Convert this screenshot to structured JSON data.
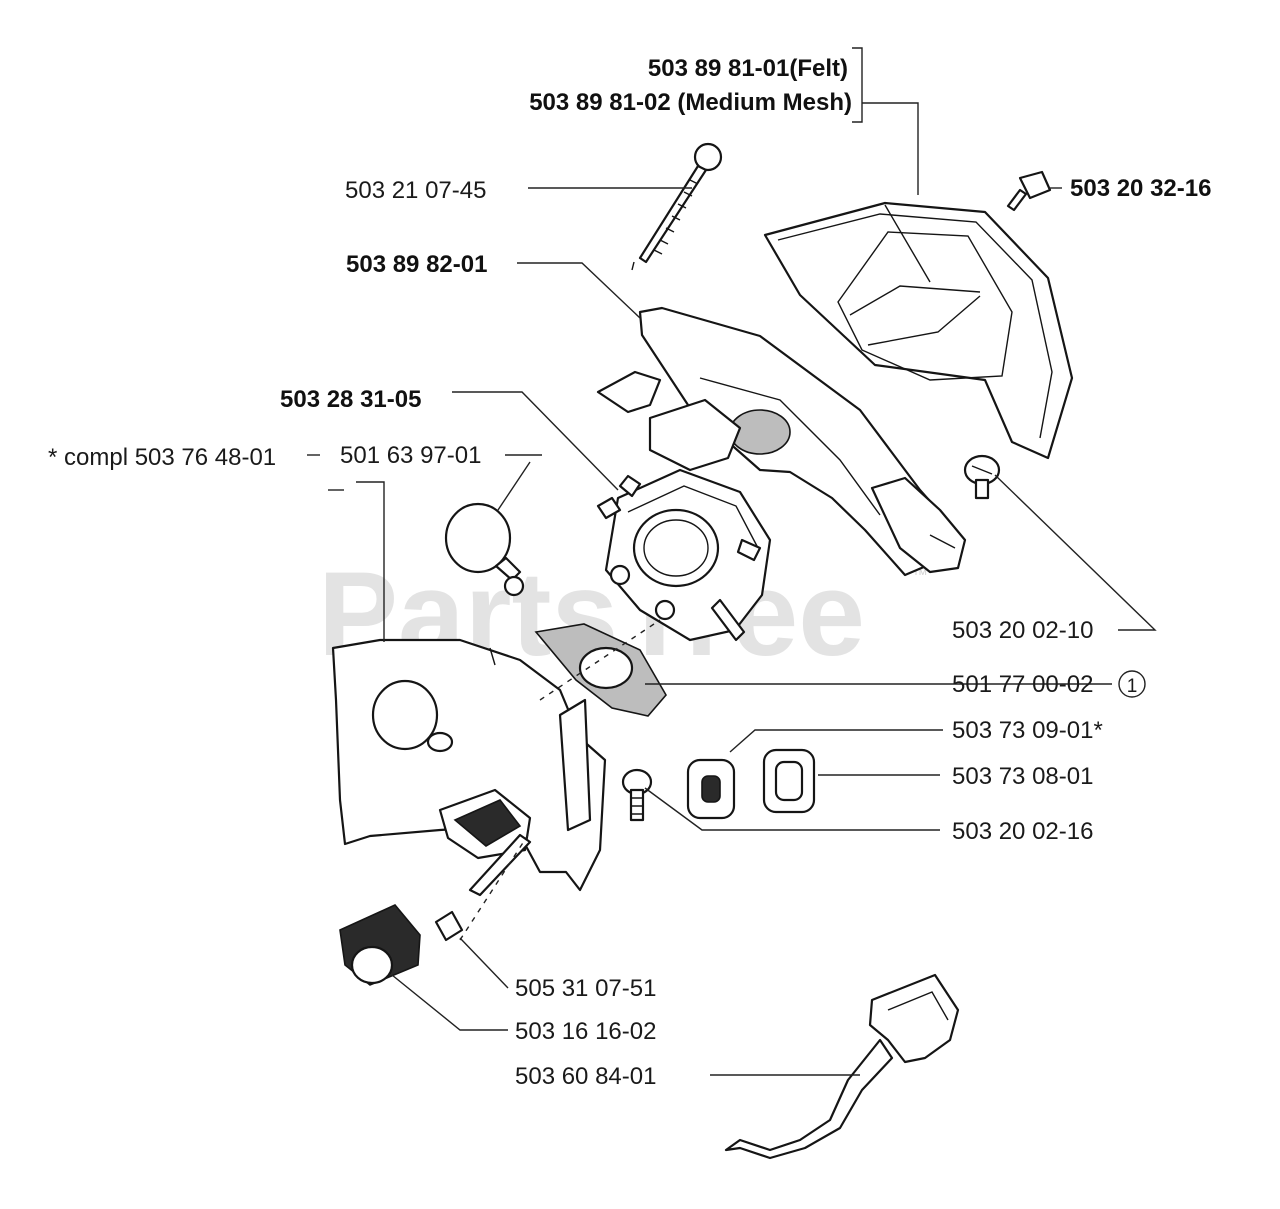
{
  "watermark": {
    "text": "PartsTree",
    "trademark": "™"
  },
  "labels": {
    "felt": "503 89 81-01(Felt)",
    "medium_mesh": "503 89 81-02 (Medium Mesh)",
    "screw_long": "503 21 07-45",
    "screw_top": "503 20 32-16",
    "air_filter_holder": "503 89 82-01",
    "carburetor": "503 28 31-05",
    "compl": "* compl 503 76 48-01",
    "primer_bulb": "501 63 97-01",
    "screw_right": "503 20 02-10",
    "gasket": "501 77 00-02",
    "gasket_note": "1",
    "grommet_a": "503 73 09-01*",
    "grommet_b": "503 73 08-01",
    "screw_bottom": "503 20 02-16",
    "sleeve": "505 31 07-51",
    "bushing": "503 16 16-02",
    "control_rod": "503 60 84-01"
  }
}
